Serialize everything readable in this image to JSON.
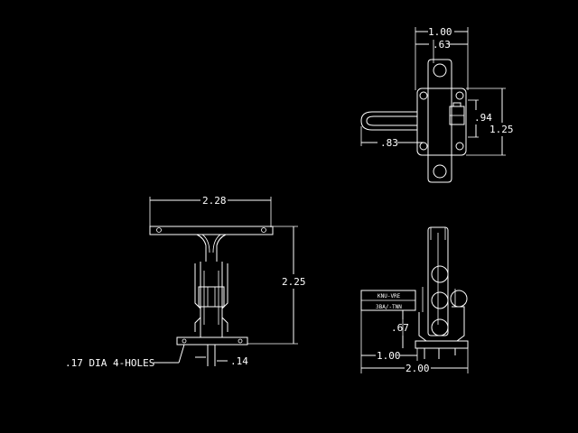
{
  "colors": {
    "background": "#000000",
    "lines": "#ffffff"
  },
  "top_view": {
    "width_overall": "1.00",
    "width_inner": ".63",
    "height_inner": ".94",
    "height_overall": "1.25",
    "handle_offset": ".83"
  },
  "front_view": {
    "width": "2.28",
    "height": "2.25",
    "holes_note": ".17 DIA 4-HOLES",
    "thickness": ".14"
  },
  "side_view": {
    "label_upper": "KNU-VRE",
    "label_lower": "3BA/-TNN",
    "height": ".67",
    "base_offset": "1.00",
    "base_width": "2.00"
  }
}
